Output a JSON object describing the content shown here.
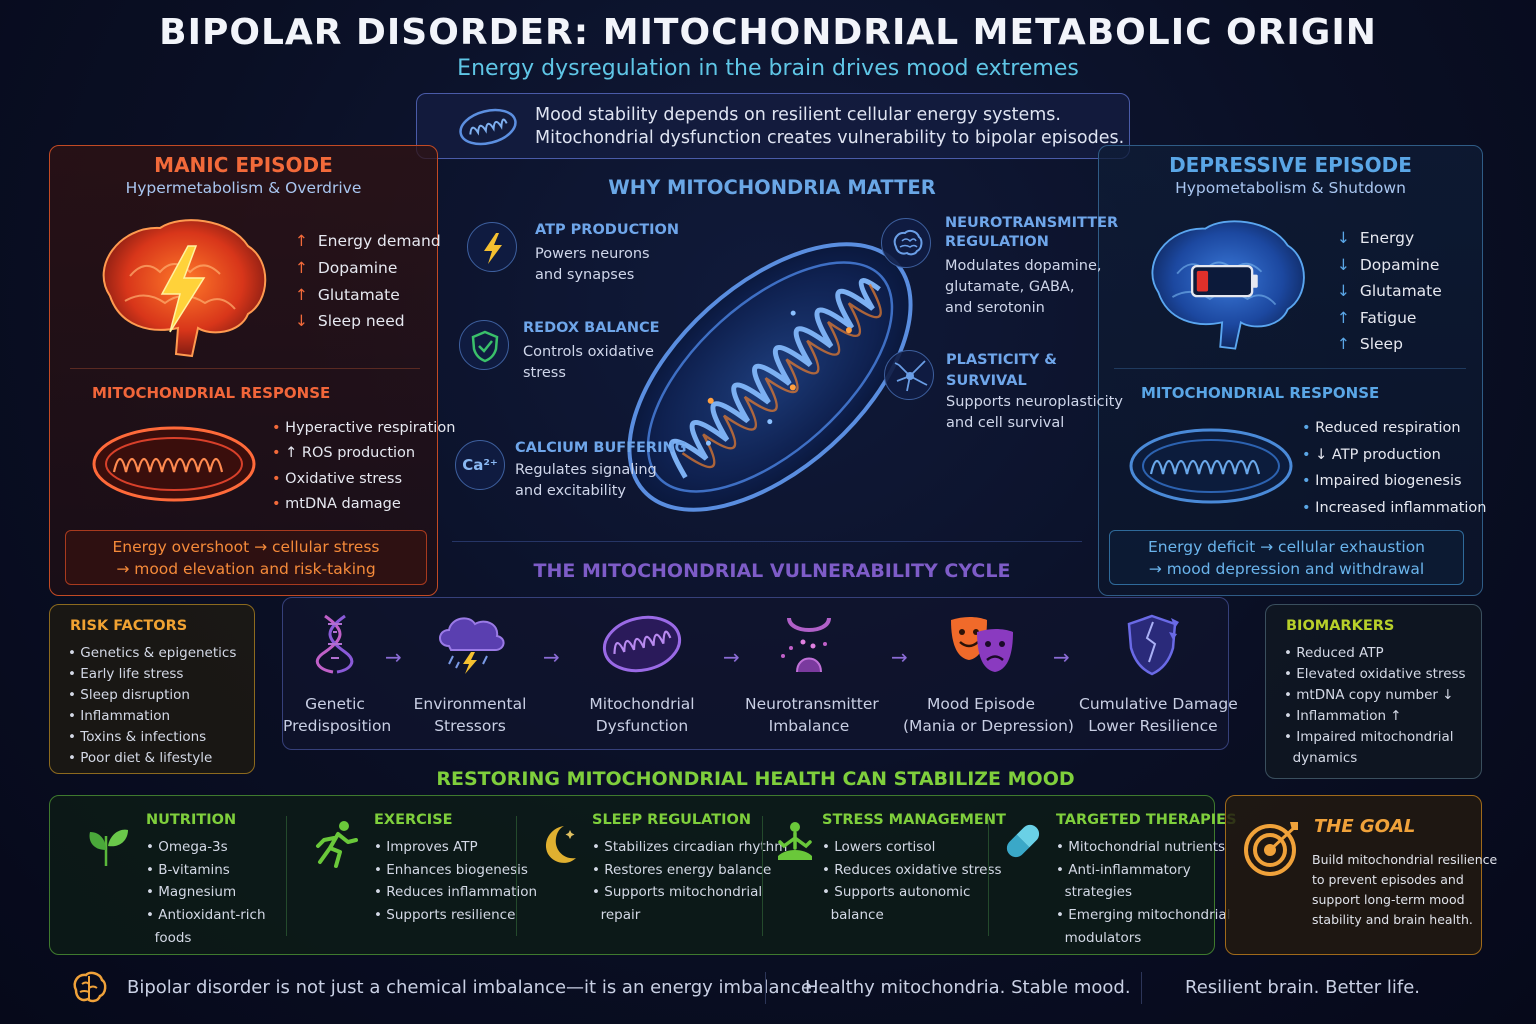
{
  "header": {
    "title": "BIPOLAR DISORDER: MITOCHONDRIAL METABOLIC ORIGIN",
    "subtitle": "Energy dysregulation in the brain drives mood extremes"
  },
  "intro": {
    "line1": "Mood stability depends on resilient cellular energy systems.",
    "line2": "Mitochondrial dysfunction creates vulnerability to bipolar episodes."
  },
  "manic": {
    "title": "MANIC EPISODE",
    "subtitle": "Hypermetabolism & Overdrive",
    "markers": [
      {
        "arrow": "↑",
        "label": "Energy demand"
      },
      {
        "arrow": "↑",
        "label": "Dopamine"
      },
      {
        "arrow": "↑",
        "label": "Glutamate"
      },
      {
        "arrow": "↓",
        "label": "Sleep need"
      }
    ],
    "response_title": "MITOCHONDRIAL RESPONSE",
    "response": [
      "Hyperactive respiration",
      "↑ ROS production",
      "Oxidative stress",
      "mtDNA damage"
    ],
    "summary1": "Energy overshoot → cellular stress",
    "summary2": "→ mood elevation and risk-taking",
    "accent": "#f26a3a"
  },
  "depressive": {
    "title": "DEPRESSIVE EPISODE",
    "subtitle": "Hypometabolism & Shutdown",
    "markers": [
      {
        "arrow": "↓",
        "label": "Energy"
      },
      {
        "arrow": "↓",
        "label": "Dopamine"
      },
      {
        "arrow": "↓",
        "label": "Glutamate"
      },
      {
        "arrow": "↑",
        "label": "Fatigue"
      },
      {
        "arrow": "↑",
        "label": "Sleep"
      }
    ],
    "response_title": "MITOCHONDRIAL RESPONSE",
    "response": [
      "Reduced respiration",
      "↓ ATP production",
      "Impaired biogenesis",
      "Increased inflammation"
    ],
    "summary1": "Energy deficit → cellular exhaustion",
    "summary2": "→ mood depression and withdrawal",
    "accent": "#5aa6e6"
  },
  "why": {
    "title": "WHY MITOCHONDRIA MATTER",
    "features": [
      {
        "title": "ATP PRODUCTION",
        "desc1": "Powers neurons",
        "desc2": "and synapses",
        "icon": "lightning-icon"
      },
      {
        "title": "REDOX BALANCE",
        "desc1": "Controls oxidative",
        "desc2": "stress",
        "icon": "shield-check-icon"
      },
      {
        "title": "CALCIUM BUFFERING",
        "desc1": "Regulates signaling",
        "desc2": "and excitability",
        "icon_text": "Ca²⁺",
        "icon": "calcium-icon"
      },
      {
        "title1": "NEUROTRANSMITTER",
        "title2": "REGULATION",
        "desc1": "Modulates dopamine,",
        "desc2": "glutamate, GABA,",
        "desc3": "and serotonin",
        "icon": "brain-icon"
      },
      {
        "title1": "PLASTICITY &",
        "title2": "SURVIVAL",
        "desc1": "Supports neuroplasticity",
        "desc2": "and cell survival",
        "icon": "neuron-icon"
      }
    ]
  },
  "cycle": {
    "title": "THE MITOCHONDRIAL VULNERABILITY CYCLE",
    "steps": [
      {
        "l1": "Genetic",
        "l2": "Predisposition",
        "icon": "dna-icon"
      },
      {
        "l1": "Environmental",
        "l2": "Stressors",
        "icon": "storm-cloud-icon"
      },
      {
        "l1": "Mitochondrial",
        "l2": "Dysfunction",
        "icon": "mitochondrion-icon"
      },
      {
        "l1": "Neurotransmitter",
        "l2": "Imbalance",
        "icon": "synapse-icon"
      },
      {
        "l1": "Mood Episode",
        "l2": "(Mania or Depression)",
        "icon": "theater-masks-icon"
      },
      {
        "l1": "Cumulative Damage",
        "l2": "Lower Resilience",
        "icon": "cracked-shield-icon"
      }
    ]
  },
  "risk": {
    "title": "RISK FACTORS",
    "items": [
      "Genetics & epigenetics",
      "Early life stress",
      "Sleep disruption",
      "Inflammation",
      "Toxins & infections",
      "Poor diet & lifestyle"
    ]
  },
  "biomarkers": {
    "title": "BIOMARKERS",
    "items": [
      "Reduced ATP",
      "Elevated oxidative stress",
      "mtDNA copy number ↓",
      "Inflammation ↑",
      "Impaired mitochondrial",
      "dynamics"
    ]
  },
  "restore": {
    "title": "RESTORING MITOCHONDRIAL HEALTH CAN STABILIZE MOOD",
    "columns": [
      {
        "title": "NUTRITION",
        "items": [
          "Omega-3s",
          "B-vitamins",
          "Magnesium",
          "Antioxidant-rich",
          "foods"
        ],
        "icon": "leaf-icon"
      },
      {
        "title": "EXERCISE",
        "items": [
          "Improves ATP",
          "Enhances biogenesis",
          "Reduces inflammation",
          "Supports resilience"
        ],
        "icon": "runner-icon"
      },
      {
        "title": "SLEEP REGULATION",
        "items": [
          "Stabilizes circadian rhythm",
          "Restores energy balance",
          "Supports mitochondrial",
          "repair"
        ],
        "icon": "moon-icon"
      },
      {
        "title": "STRESS MANAGEMENT",
        "items": [
          "Lowers cortisol",
          "Reduces oxidative stress",
          "Supports autonomic",
          "balance"
        ],
        "icon": "meditation-icon"
      },
      {
        "title": "TARGETED THERAPIES",
        "items": [
          "Mitochondrial nutrients",
          "Anti-inflammatory",
          "strategies",
          "Emerging mitochondrial",
          "modulators"
        ],
        "icon": "capsule-icon"
      }
    ]
  },
  "goal": {
    "title": "THE GOAL",
    "lines": [
      "Build mitochondrial resilience",
      "to prevent episodes and",
      "support long-term mood",
      "stability and brain health."
    ]
  },
  "footer": {
    "a": "Bipolar disorder is not just a chemical imbalance—it is an energy imbalance.",
    "b": "Healthy mitochondria.   Stable mood.",
    "c": "Resilient brain.   Better life."
  }
}
